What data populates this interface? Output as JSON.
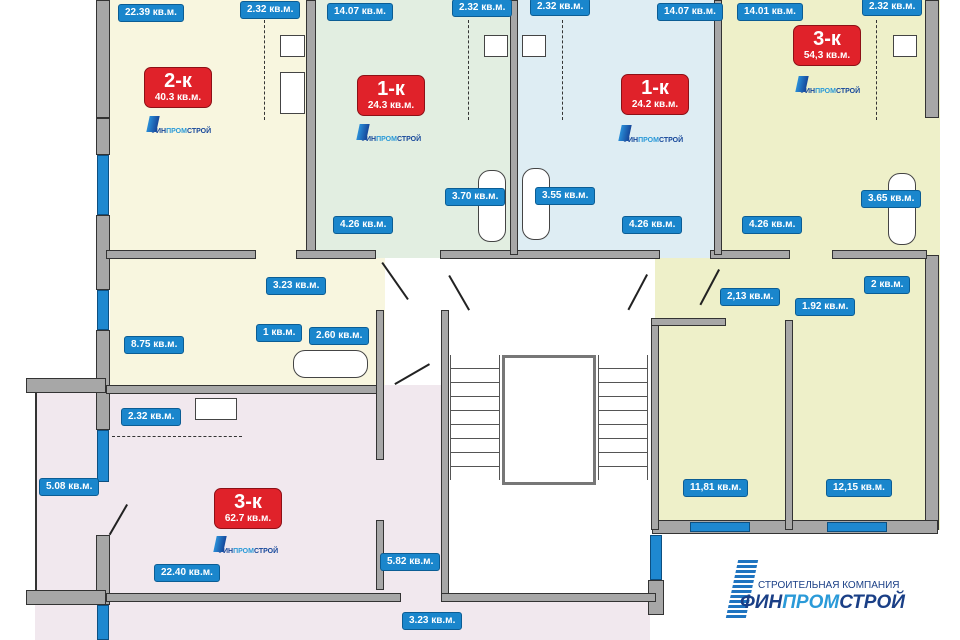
{
  "apartments": [
    {
      "type": "2-к",
      "area": "40.3 кв.м."
    },
    {
      "type": "1-к",
      "area": "24.3 кв.м."
    },
    {
      "type": "1-к",
      "area": "24.2 кв.м."
    },
    {
      "type": "3-к",
      "area": "54,3 кв.м."
    },
    {
      "type": "3-к",
      "area": "62.7 кв.м."
    }
  ],
  "rooms": [
    "22.39 кв.м.",
    "2.32 кв.м.",
    "14.07 кв.м.",
    "2.32 кв.м.",
    "2.32 кв.м.",
    "14.07 кв.м.",
    "14.01 кв.м.",
    "2.32 кв.м.",
    "4.26 кв.м.",
    "3.70 кв.м.",
    "3.55 кв.м.",
    "4.26 кв.м.",
    "4.26 кв.м.",
    "3.65 кв.м.",
    "3.23 кв.м.",
    "2,13 кв.м.",
    "1.92 кв.м.",
    "2 кв.м.",
    "1 кв.м.",
    "2.60 кв.м.",
    "8.75 кв.м.",
    "2.32 кв.м.",
    "5.08 кв.м.",
    "22.40 кв.м.",
    "5.82 кв.м.",
    "3.23 кв.м.",
    "11,81 кв.м.",
    "12,15 кв.м."
  ],
  "logo": {
    "subtitle": "СТРОИТЕЛЬНАЯ КОМПАНИЯ",
    "name_a": "ФИН",
    "name_b": "ПРОМ",
    "name_c": "СТРОЙ"
  },
  "colors": {
    "label": "#1a86cc",
    "badge": "#e0222a",
    "apt2k": "#f8f6df",
    "apt1k_left": "#e2eee1",
    "apt1k_right": "#deedf3",
    "apt3k_right": "#eef0c9",
    "apt3k_bottom": "#f1e8ee"
  }
}
